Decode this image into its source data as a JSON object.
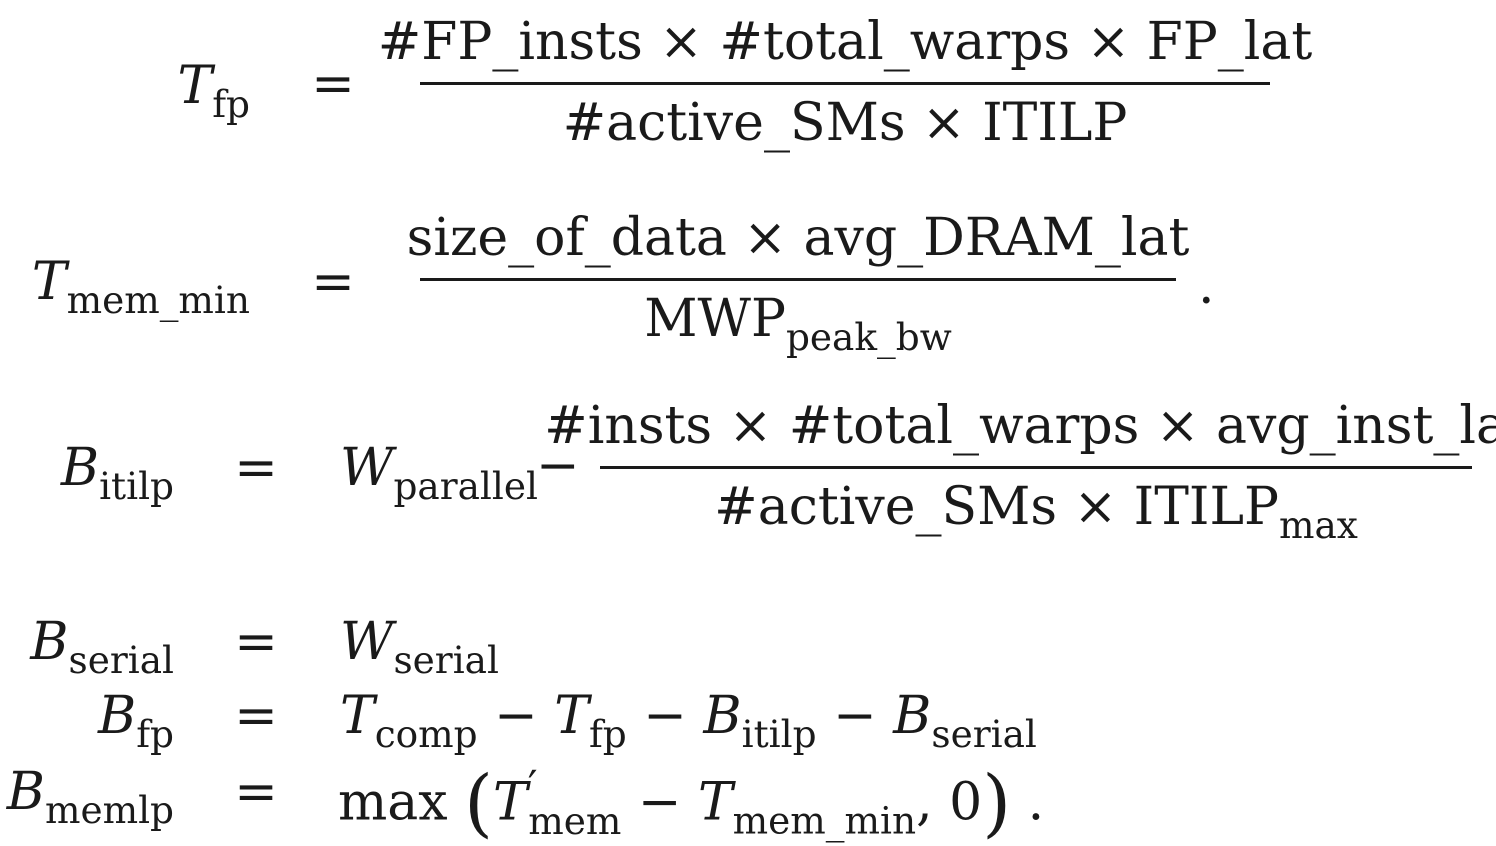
{
  "equations": {
    "t_fp": {
      "lhs_var": "T",
      "lhs_sub": "fp",
      "rel": "=",
      "numerator": "#FP_insts × #total_warps × FP_lat",
      "denominator": "#active_SMs × ITILP"
    },
    "t_mem_min": {
      "lhs_var": "T",
      "lhs_sub": "mem_min",
      "rel": "=",
      "numerator": "size_of_data × avg_DRAM_lat",
      "denominator_main": "MWP",
      "denominator_sub": "peak_bw",
      "post": "."
    },
    "b_itilp": {
      "lhs_var": "B",
      "lhs_sub": "itilp",
      "rel": "=",
      "term_var": "W",
      "term_sub": "parallel",
      "minus": "−",
      "numerator": "#insts × #total_warps × avg_inst_lat",
      "denominator_main": "#active_SMs × ITILP",
      "denominator_sub": "max"
    },
    "b_serial": {
      "lhs_var": "B",
      "lhs_sub": "serial",
      "rel": "=",
      "rhs_var": "W",
      "rhs_sub": "serial"
    },
    "b_fp": {
      "lhs_var": "B",
      "lhs_sub": "fp",
      "rel": "=",
      "t1_var": "T",
      "t1_sub": "comp",
      "t2_var": "T",
      "t2_sub": "fp",
      "t3_var": "B",
      "t3_sub": "itilp",
      "t4_var": "B",
      "t4_sub": "serial",
      "minus": "−"
    },
    "b_memlp": {
      "lhs_var": "B",
      "lhs_sub": "memlp",
      "rel": "=",
      "func": "max",
      "lparen": "(",
      "rparen": ")",
      "a_var": "T",
      "a_prime": "′",
      "a_sub": "mem",
      "minus": "−",
      "b_var": "T",
      "b_sub": "mem_min",
      "comma": ",",
      "zero": "0",
      "post": "."
    }
  }
}
